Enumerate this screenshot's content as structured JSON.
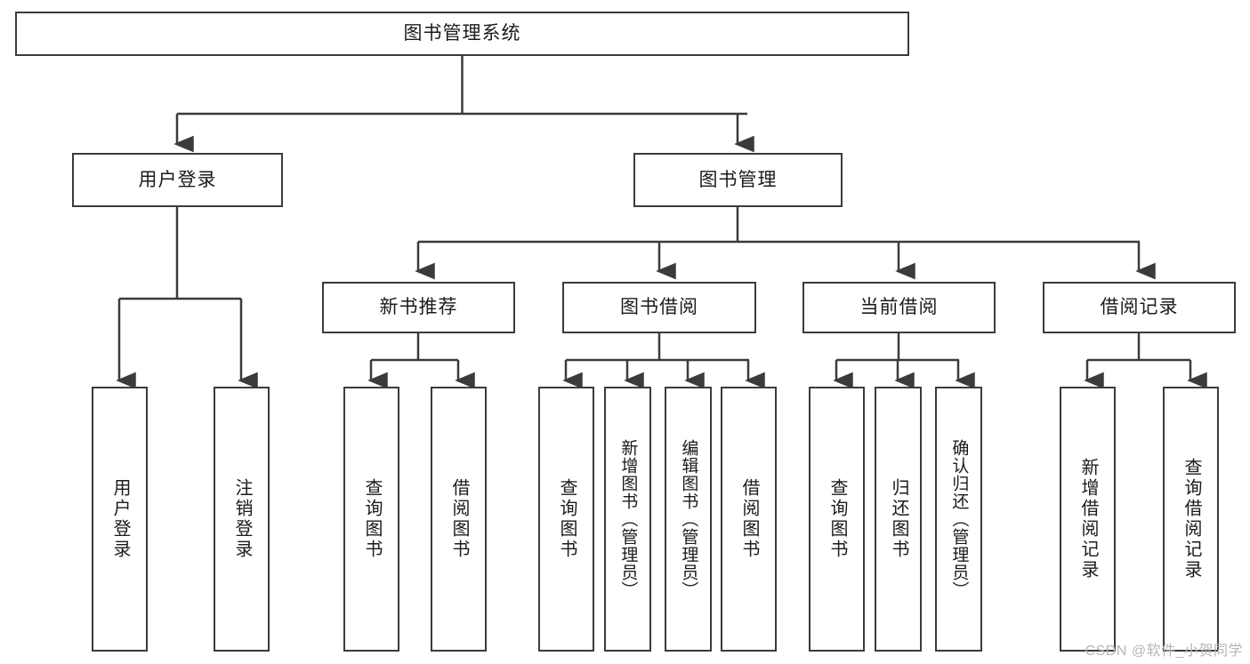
{
  "diagram": {
    "title": "图书管理系统",
    "type": "tree-hierarchy",
    "root": {
      "label": "图书管理系统",
      "id": "root"
    },
    "level2": [
      {
        "id": "user-login",
        "label": "用户登录"
      },
      {
        "id": "book-management",
        "label": "图书管理"
      }
    ],
    "level3": [
      {
        "id": "new-book-recommend",
        "label": "新书推荐",
        "parent": "book-management"
      },
      {
        "id": "book-borrow",
        "label": "图书借阅",
        "parent": "book-management"
      },
      {
        "id": "current-borrow",
        "label": "当前借阅",
        "parent": "book-management"
      },
      {
        "id": "borrow-record",
        "label": "借阅记录",
        "parent": "book-management"
      }
    ],
    "leaves": [
      {
        "id": "leaf-user-login",
        "label": "用户登录",
        "parent": "user-login"
      },
      {
        "id": "leaf-logout-login",
        "label": "注销登录",
        "parent": "user-login"
      },
      {
        "id": "leaf-query-book-1",
        "label": "查询图书",
        "parent": "new-book-recommend"
      },
      {
        "id": "leaf-borrow-book-1",
        "label": "借阅图书",
        "parent": "new-book-recommend"
      },
      {
        "id": "leaf-query-book-2",
        "label": "查询图书",
        "parent": "book-borrow"
      },
      {
        "id": "leaf-add-book",
        "label": "新增图书（管理员）",
        "parent": "book-borrow"
      },
      {
        "id": "leaf-edit-book",
        "label": "编辑图书（管理员）",
        "parent": "book-borrow"
      },
      {
        "id": "leaf-borrow-book-2",
        "label": "借阅图书",
        "parent": "book-borrow"
      },
      {
        "id": "leaf-query-book-3",
        "label": "查询图书",
        "parent": "current-borrow"
      },
      {
        "id": "leaf-return-book",
        "label": "归还图书",
        "parent": "current-borrow"
      },
      {
        "id": "leaf-confirm-return",
        "label": "确认归还（管理员）",
        "parent": "current-borrow"
      },
      {
        "id": "leaf-add-record",
        "label": "新增借阅记录",
        "parent": "borrow-record"
      },
      {
        "id": "leaf-query-record",
        "label": "查询借阅记录",
        "parent": "borrow-record"
      }
    ]
  },
  "watermark": {
    "text": "CSDN @软件_小贺同学"
  },
  "colors": {
    "stroke": "#3b3b3b",
    "fill": "#ffffff",
    "text": "#1b1b1b",
    "watermark": "#b6b6b6"
  }
}
